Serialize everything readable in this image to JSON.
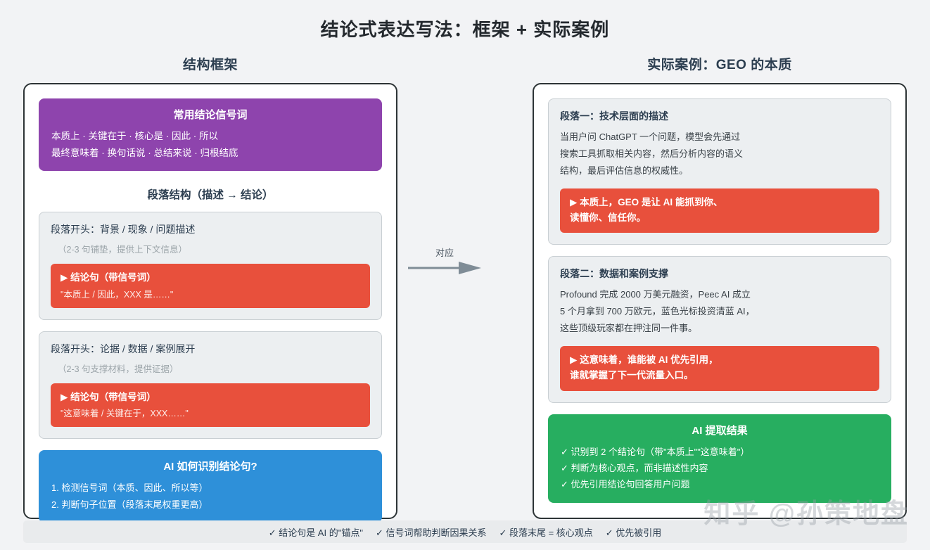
{
  "title": "结论式表达写法：框架 + 实际案例",
  "left": {
    "header": "结构框架",
    "signal_box": {
      "title": "常用结论信号词",
      "line1": "本质上 · 关键在于 · 核心是 · 因此 · 所以",
      "line2": "最终意味着 · 换句话说 · 总结来说 · 归根结底"
    },
    "section_heading": "段落结构（描述 → 结论）",
    "cards": [
      {
        "title": "段落开头：背景 / 现象 / 问题描述",
        "sub": "（2-3 句铺垫，提供上下文信息）",
        "conclusion_main": "▶ 结论句（带信号词）",
        "conclusion_quote": "\"本质上 / 因此，XXX 是……\""
      },
      {
        "title": "段落开头：论据 / 数据 / 案例展开",
        "sub": "（2-3 句支撑材料，提供证据）",
        "conclusion_main": "▶ 结论句（带信号词）",
        "conclusion_quote": "\"这意味着 / 关键在于，XXX……\""
      }
    ],
    "ai_box": {
      "title": "AI 如何识别结论句?",
      "items": [
        "1. 检测信号词（本质、因此、所以等）",
        "2. 判断句子位置（段落末尾权重更高）"
      ]
    }
  },
  "right": {
    "header": "实际案例：GEO 的本质",
    "cards": [
      {
        "title": "段落一：技术层面的描述",
        "body": "当用户问 ChatGPT 一个问题，模型会先通过\n搜索工具抓取相关内容，然后分析内容的语义\n结构，最后评估信息的权威性。",
        "conclusion_main": "▶ 本质上，GEO 是让 AI 能抓到你、\n读懂你、信任你。"
      },
      {
        "title": "段落二：数据和案例支撑",
        "body": "Profound 完成 2000 万美元融资，Peec AI 成立\n5 个月拿到 700 万欧元，蓝色光标投资清蓝 AI，\n这些顶级玩家都在押注同一件事。",
        "conclusion_main": "▶ 这意味着，谁能被 AI 优先引用，\n谁就掌握了下一代流量入口。"
      }
    ],
    "result_box": {
      "title": "AI 提取结果",
      "items": [
        "✓ 识别到 2 个结论句（带\"本质上\"\"这意味着\"）",
        "✓ 判断为核心观点，而非描述性内容",
        "✓ 优先引用结论句回答用户问题"
      ]
    }
  },
  "connector": {
    "label": "对应",
    "icon": "arrow-right-icon",
    "color": "#7f8c96"
  },
  "footer": {
    "items": [
      "✓ 结论句是 AI 的\"锚点\"",
      "✓ 信号词帮助判断因果关系",
      "✓ 段落末尾 = 核心观点",
      "✓ 优先被引用"
    ]
  },
  "watermark": "知乎 @孙策地盘",
  "colors": {
    "purple": "#8e44ad",
    "red": "#e8503c",
    "blue": "#2e90d9",
    "green": "#27ae60",
    "background": "#f2f3f5",
    "card_gray": "#eceff1",
    "panel_border": "#2d3436"
  }
}
